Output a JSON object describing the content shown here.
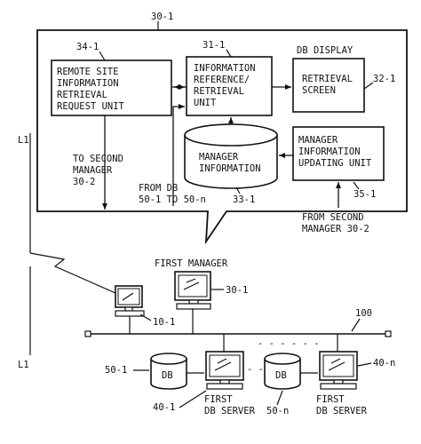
{
  "labels": {
    "balloon_ref": "30-1",
    "remote_ref": "34-1",
    "info_ref": "31-1",
    "db_display": "DB DISPLAY",
    "screen_ref": "32-1",
    "mgr_db_ref": "33-1",
    "updating_ref": "35-1",
    "l1_top": "L1",
    "l1_bottom": "L1",
    "first_manager": "FIRST MANAGER",
    "first_manager_ref": "30-1",
    "pc_ref": "10-1",
    "network_ref": "100",
    "db1_ref": "50-1",
    "db1_text": "DB",
    "dbn_text": "DB",
    "dbn_ref": "50-n",
    "server1_ref": "40-1",
    "servern_ref": "40-n",
    "dashes": "- - - - - -",
    "dots": "- - -"
  },
  "boxes": {
    "remote": [
      "REMOTE SITE",
      "INFORMATION",
      "RETRIEVAL",
      "REQUEST UNIT"
    ],
    "info_ref_retrieval": [
      "INFORMATION",
      "REFERENCE/",
      "RETRIEVAL",
      "UNIT"
    ],
    "retrieval_screen": [
      "RETRIEVAL",
      "SCREEN"
    ],
    "manager_information": [
      "MANAGER",
      "INFORMATION"
    ],
    "updating_unit": [
      "MANAGER",
      "INFORMATION",
      "UPDATING UNIT"
    ]
  },
  "texts": {
    "to_second": [
      "TO SECOND",
      "MANAGER",
      "30-2"
    ],
    "from_db": [
      "FROM DB",
      "50-1 TO 50-n"
    ],
    "from_second": [
      "FROM SECOND",
      "MANAGER 30-2"
    ],
    "first_db_server_1": [
      "FIRST",
      "DB SERVER"
    ],
    "first_db_server_n": [
      "FIRST",
      "DB SERVER"
    ]
  }
}
